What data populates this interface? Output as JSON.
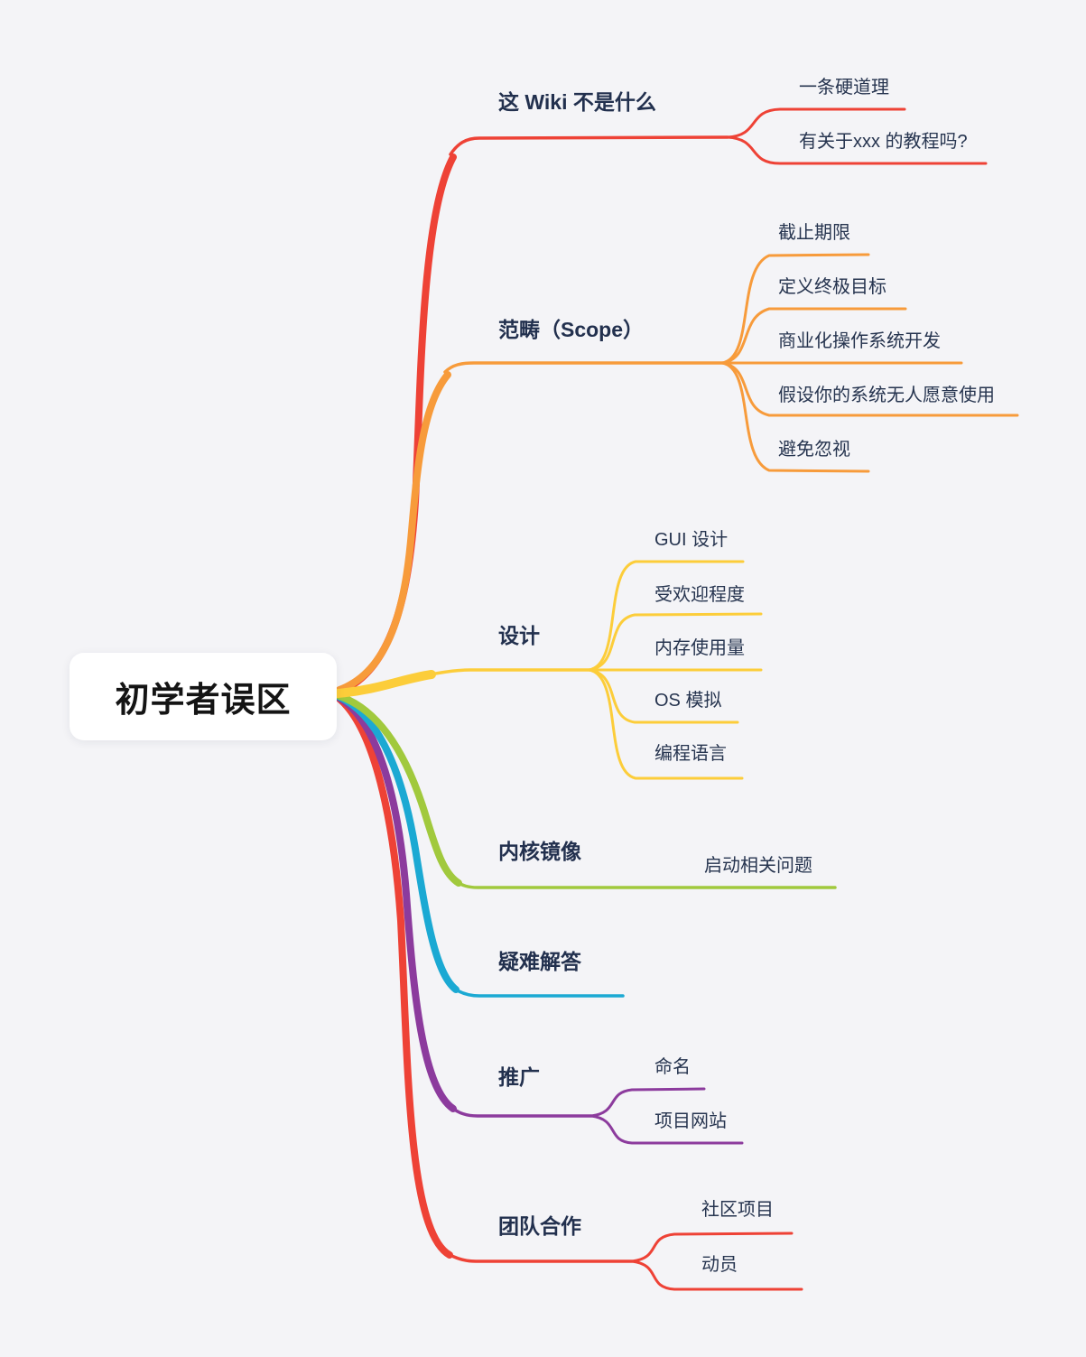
{
  "background": "#f4f4f7",
  "root": {
    "label": "初学者误区"
  },
  "branches": [
    {
      "label": "这 Wiki 不是什么",
      "color": "#ee4236",
      "children": [
        {
          "label": "一条硬道理"
        },
        {
          "label": "有关于xxx 的教程吗?"
        }
      ]
    },
    {
      "label": "范畴（Scope）",
      "color": "#f79b3b",
      "children": [
        {
          "label": "截止期限"
        },
        {
          "label": "定义终极目标"
        },
        {
          "label": "商业化操作系统开发"
        },
        {
          "label": "假设你的系统无人愿意使用"
        },
        {
          "label": "避免忽视"
        }
      ]
    },
    {
      "label": "设计",
      "color": "#fccd3a",
      "children": [
        {
          "label": "GUI 设计"
        },
        {
          "label": "受欢迎程度"
        },
        {
          "label": "内存使用量"
        },
        {
          "label": "OS 模拟"
        },
        {
          "label": "编程语言"
        }
      ]
    },
    {
      "label": "内核镜像",
      "color": "#a1c93d",
      "children": [
        {
          "label": "启动相关问题"
        }
      ]
    },
    {
      "label": "疑难解答",
      "color": "#1ba9d3",
      "children": []
    },
    {
      "label": "推广",
      "color": "#8c3b9d",
      "children": [
        {
          "label": "命名"
        },
        {
          "label": "项目网站"
        }
      ]
    },
    {
      "label": "团队合作",
      "color": "#ee4236",
      "children": [
        {
          "label": "社区项目"
        },
        {
          "label": "动员"
        }
      ]
    }
  ]
}
